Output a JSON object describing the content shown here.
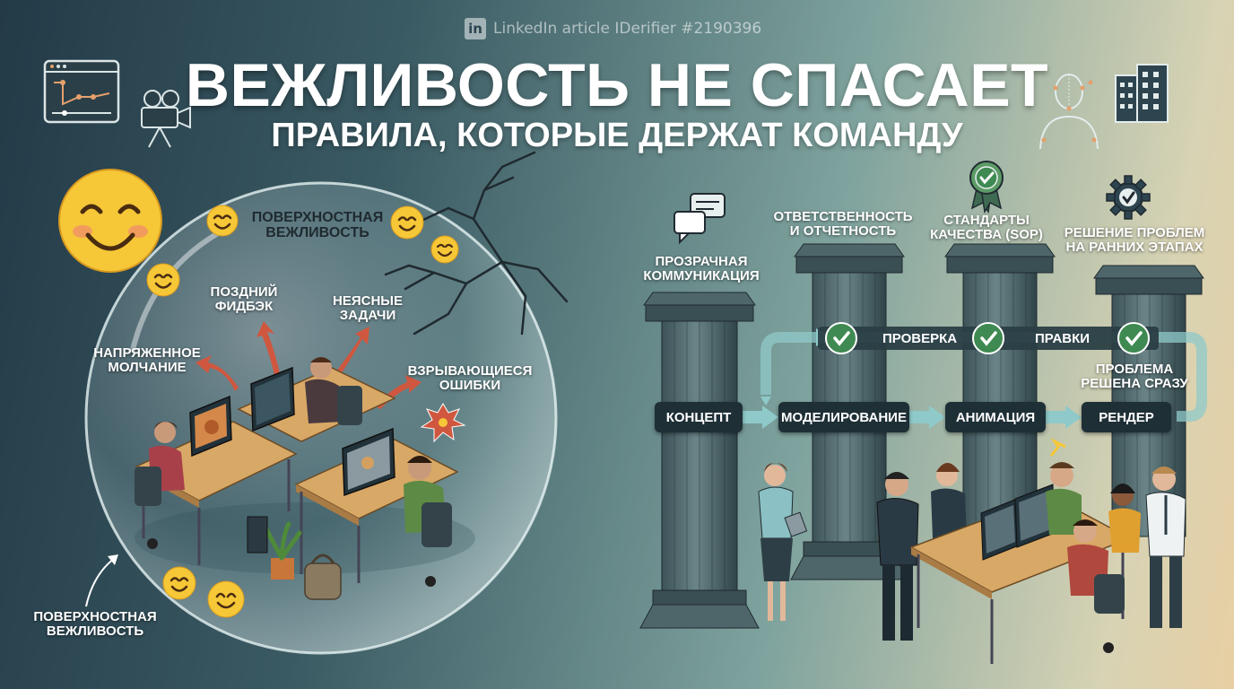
{
  "watermark": {
    "icon_text": "in",
    "text": "LinkedIn article IDerifier #2190396"
  },
  "header": {
    "title": "ВЕЖЛИВОСТЬ НЕ СПАСАЕТ",
    "subtitle": "ПРАВИЛА, КОТОРЫЕ ДЕРЖАТ КОМАНДУ"
  },
  "left": {
    "bubble_title": "ПОВЕРХНОСТНАЯ ВЕЖЛИВОСТЬ",
    "problems": {
      "late_feedback": "ПОЗДНИЙ ФИДБЭК",
      "unclear_tasks": "НЕЯСНЫЕ ЗАДАЧИ",
      "tense_silence": "НАПРЯЖЕННОЕ МОЛЧАНИЕ",
      "exploding_errors": "ВЗРЫВАЮЩИЕСЯ ОШИБКИ"
    },
    "bottom_label": "ПОВЕРХНОСТНАЯ ВЕЖЛИВОСТЬ"
  },
  "right": {
    "pillars": [
      {
        "label": "ПРОЗРАЧНАЯ КОММУНИКАЦИЯ",
        "icon": "chat-icon"
      },
      {
        "label": "ОТВЕТСТВЕННОСТЬ И ОТЧЕТНОСТЬ",
        "icon": "none"
      },
      {
        "label": "СТАНДАРТЫ КАЧЕСТВА (SOP)",
        "icon": "award-badge-icon"
      },
      {
        "label": "РЕШЕНИЕ ПРОБЛЕМ НА РАННИХ ЭТАПАХ",
        "icon": "gear-check-icon"
      }
    ],
    "pipeline": [
      "КОНЦЕПТ",
      "МОДЕЛИРОВАНИЕ",
      "АНИМАЦИЯ",
      "РЕНДЕР"
    ],
    "checkpoints": {
      "review": "ПРОВЕРКА",
      "edits": "ПРАВКИ"
    },
    "solved_note": "ПРОБЛЕМА РЕШЕНА СРАЗУ"
  },
  "colors": {
    "accent_arrow": "#d0573f",
    "flow_teal": "#8fc9c9",
    "check_green": "#3f8a52",
    "pill_dark": "#1e2f36"
  }
}
